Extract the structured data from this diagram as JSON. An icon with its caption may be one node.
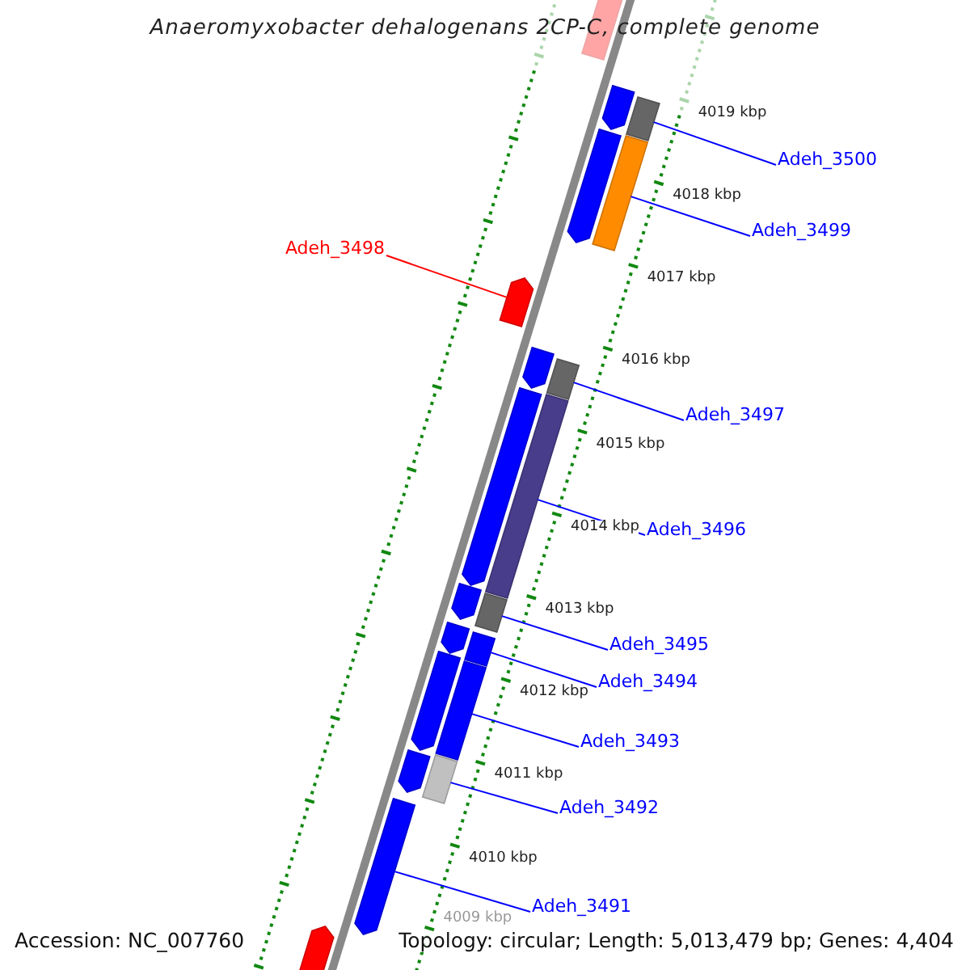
{
  "diagram": {
    "title": "Anaeromyxobacter dehalogenans 2CP-C, complete genome",
    "nodes": [
      {
        "text": [
          "Adeh_3500"
        ]
      },
      {
        "text": [
          "Adeh_3499"
        ]
      },
      {
        "text": [
          "Adeh_3498"
        ]
      },
      {
        "text": [
          "Adeh_3497"
        ]
      },
      {
        "text": [
          "Adeh_3496"
        ]
      },
      {
        "text": [
          "Adeh_3495"
        ]
      },
      {
        "text": [
          "Adeh_3494"
        ]
      },
      {
        "text": [
          "Adeh_3493"
        ]
      },
      {
        "text": [
          "Adeh_3492"
        ]
      },
      {
        "text": [
          "Adeh_3491"
        ]
      },
      {
        "text": [],
        "shape": "bar"
      },
      {
        "text": [],
        "shape": "bar"
      },
      {
        "text": [],
        "shape": "bar"
      },
      {
        "text": [],
        "shape": "bar"
      },
      {
        "text": [],
        "shape": "bar"
      },
      {
        "text": [],
        "shape": "bar"
      },
      {
        "text": [],
        "shape": "bar"
      },
      {
        "text": [],
        "shape": "bar"
      },
      {
        "text": [],
        "shape": "bar"
      },
      {
        "text": [],
        "shape": "bar"
      },
      {
        "text": [],
        "shape": "bar"
      },
      {
        "text": [],
        "shape": "bar"
      },
      {
        "text": [],
        "shape": "bar"
      },
      {
        "text": [],
        "shape": "bar"
      },
      {
        "text": [],
        "shape": "bar"
      },
      {
        "text": [],
        "shape": "bar"
      },
      {
        "text": [],
        "shape": "bar"
      },
      {
        "text": [],
        "shape": "bar"
      },
      {
        "text": [],
        "shape": "bar"
      },
      {
        "text": [],
        "shape": "bar"
      }
    ],
    "edges": [
      {
        "from": 0,
        "to": 12,
        "arrow": "none"
      },
      {
        "from": 1,
        "to": 14,
        "arrow": "none"
      },
      {
        "from": 2,
        "to": 15,
        "arrow": "none",
        "color": "#ff0000"
      },
      {
        "from": 3,
        "to": 17,
        "arrow": "none"
      },
      {
        "from": 4,
        "to": 19,
        "arrow": "none"
      },
      {
        "from": 5,
        "to": 21,
        "arrow": "none"
      },
      {
        "from": 6,
        "to": 23,
        "arrow": "none"
      },
      {
        "from": 7,
        "to": 25,
        "arrow": "none"
      },
      {
        "from": 8,
        "to": 27,
        "arrow": "none"
      },
      {
        "from": 9,
        "to": 28,
        "arrow": "none"
      }
    ],
    "labels": [
      "4019 kbp",
      "4018 kbp",
      "4017 kbp",
      "4016 kbp",
      "4015 kbp",
      "4014 kbp",
      "4013 kbp",
      "4012 kbp",
      "4011 kbp",
      "4010 kbp",
      "4009 kbp",
      "Accession: NC_007760",
      "Topology: circular; Length: 5,013,479 bp; Genes: 4,404"
    ]
  }
}
